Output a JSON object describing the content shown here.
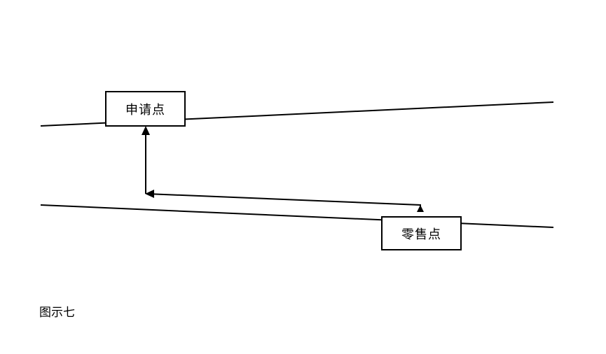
{
  "nodes": {
    "application_point": "申请点",
    "retail_point": "零售点"
  },
  "caption": "图示七",
  "colors": {
    "line": "#000000",
    "background": "#ffffff"
  }
}
